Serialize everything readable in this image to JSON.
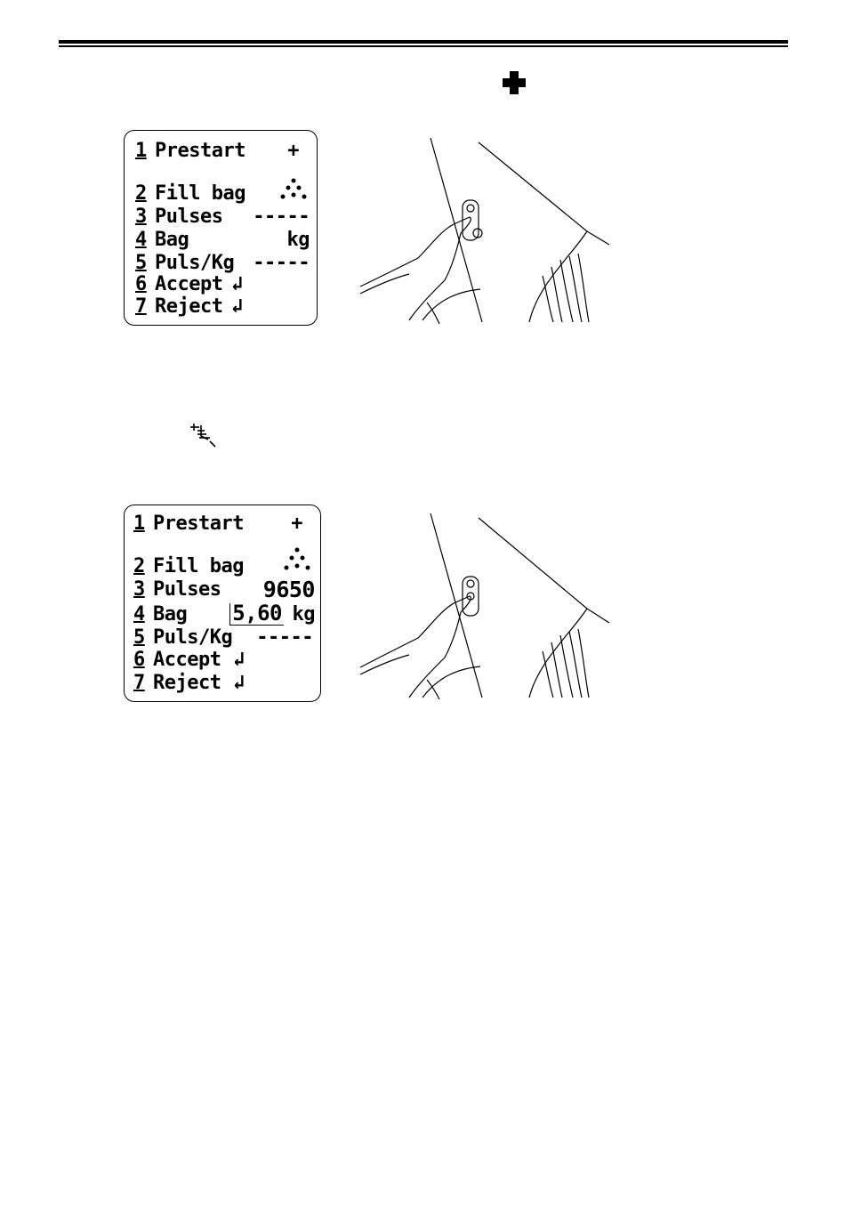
{
  "page": {
    "header_icon": "plus-icon",
    "hand_icon": "hand-press-icon"
  },
  "display1": {
    "rows": [
      {
        "num": "1",
        "label": "Prestart",
        "value": "+"
      },
      {
        "num": "2",
        "label": "Fill bag",
        "value": "dots-triangle-icon"
      },
      {
        "num": "3",
        "label": "Pulses",
        "value": "-----"
      },
      {
        "num": "4",
        "label": "Bag",
        "value": "kg"
      },
      {
        "num": "5",
        "label": "Puls/Kg",
        "value": "-----"
      },
      {
        "num": "6",
        "label": "Accept",
        "value": "↲"
      },
      {
        "num": "7",
        "label": "Reject",
        "value": "↲"
      }
    ]
  },
  "display2": {
    "rows": [
      {
        "num": "1",
        "label": "Prestart",
        "value": "+"
      },
      {
        "num": "2",
        "label": "Fill bag",
        "value": "dots-triangle-icon"
      },
      {
        "num": "3",
        "label": "Pulses",
        "value": "9650"
      },
      {
        "num": "4",
        "label": "Bag",
        "value": "5,60",
        "unit": "kg"
      },
      {
        "num": "5",
        "label": "Puls/Kg",
        "value": "-----"
      },
      {
        "num": "6",
        "label": "Accept",
        "value": "↲"
      },
      {
        "num": "7",
        "label": "Reject",
        "value": "↲"
      }
    ]
  }
}
